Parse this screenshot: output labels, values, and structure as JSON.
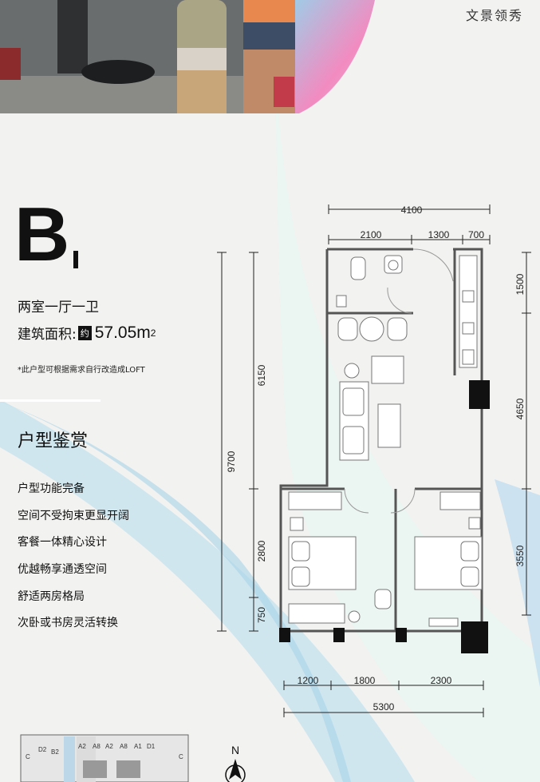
{
  "brand": "文景领秀",
  "unit_type": {
    "letter": "B"
  },
  "layout": "两室一厅一卫",
  "area": {
    "label": "建筑面积:",
    "badge": "约",
    "value": "57.05",
    "unit": "m",
    "sup": "2"
  },
  "note": "*此户型可根据需求自行改造成LOFT",
  "section_title": "户型鉴赏",
  "features": [
    "户型功能完备",
    "空间不受拘束更显开阔",
    "客餐一体精心设计",
    "优越畅享通透空间",
    "舒适两房格局",
    "次卧或书房灵活转换"
  ],
  "dimensions": {
    "top_total": "4100",
    "top": [
      "2100",
      "1300",
      "700"
    ],
    "left": [
      "6150",
      "2800",
      "750"
    ],
    "left_total": "9700",
    "right": [
      "1500",
      "4650",
      "3550"
    ],
    "bottom": [
      "1200",
      "1800",
      "2300"
    ],
    "bottom_total": "5300"
  },
  "siteplan": {
    "labels": [
      "D2",
      "B2",
      "A2",
      "A8",
      "A2",
      "A8",
      "A1",
      "D1",
      "C",
      "C"
    ]
  },
  "compass": "N",
  "colors": {
    "accent_blue": "#b5dcee",
    "accent_pink": "#f28bc0",
    "accent_mint": "#cfeee6"
  }
}
